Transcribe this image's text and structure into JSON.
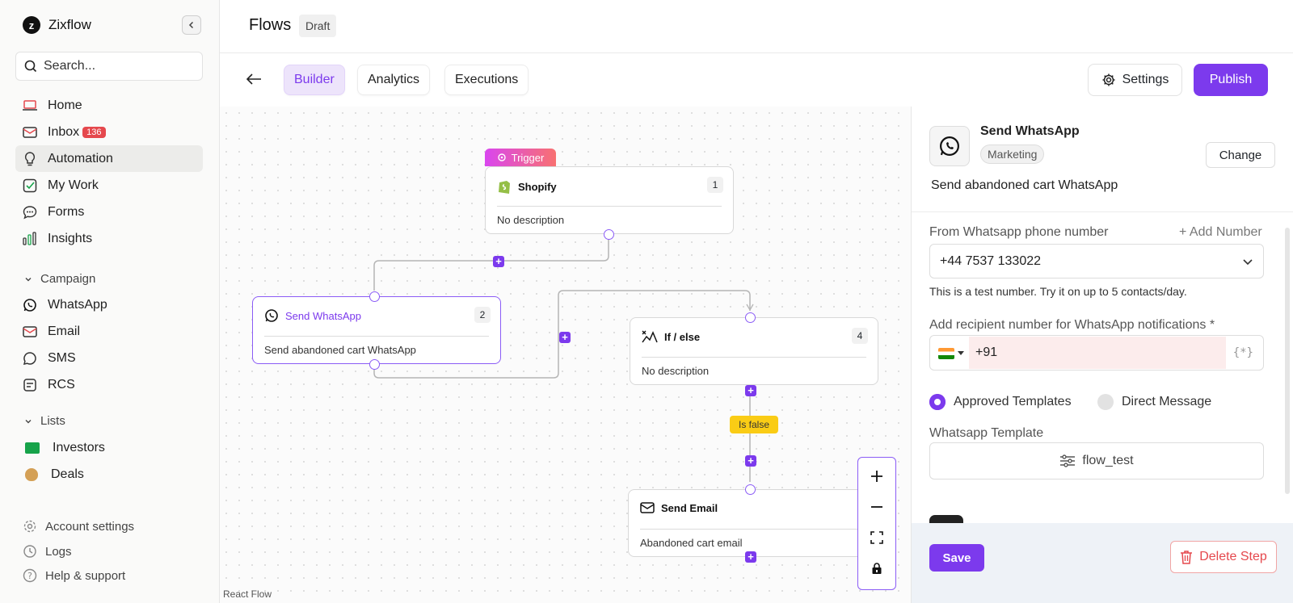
{
  "app": {
    "name": "Zixflow"
  },
  "search": {
    "placeholder": "Search..."
  },
  "nav": {
    "home": "Home",
    "inbox": "Inbox",
    "inbox_count": "136",
    "automation": "Automation",
    "my_work": "My Work",
    "forms": "Forms",
    "insights": "Insights"
  },
  "campaign": {
    "heading": "Campaign",
    "items": [
      "WhatsApp",
      "Email",
      "SMS",
      "RCS"
    ]
  },
  "lists": {
    "heading": "Lists",
    "items": [
      "Investors",
      "Deals"
    ]
  },
  "bottom_nav": [
    "Account settings",
    "Logs",
    "Help & support"
  ],
  "header": {
    "title": "Flows",
    "status": "Draft"
  },
  "tabs": [
    "Builder",
    "Analytics",
    "Executions"
  ],
  "toolbar": {
    "settings": "Settings",
    "publish": "Publish"
  },
  "canvas": {
    "trigger_label": "Trigger",
    "nodes": [
      {
        "title": "Shopify",
        "number": "1",
        "description": "No description"
      },
      {
        "title": "Send WhatsApp",
        "number": "2",
        "description": "Send abandoned cart WhatsApp"
      },
      {
        "title": "If / else",
        "number": "4",
        "description": "No description"
      },
      {
        "title": "Send Email",
        "number": "",
        "description": "Abandoned cart email"
      }
    ],
    "false_label": "Is false",
    "attribution": "React Flow"
  },
  "panel": {
    "title": "Send WhatsApp",
    "tag": "Marketing",
    "change": "Change",
    "subtitle": "Send abandoned cart WhatsApp",
    "from_label": "From Whatsapp phone number",
    "add_number": "+ Add Number",
    "from_value": "+44 7537 133022",
    "hint": "This is a test number. Try it on up to 5 contacts/day.",
    "recipient_label": "Add recipient number for WhatsApp notifications *",
    "recipient_value": "+91",
    "var_button": "{*}",
    "radio_approved": "Approved Templates",
    "radio_direct": "Direct Message",
    "template_label": "Whatsapp Template",
    "template_value": "flow_test",
    "save": "Save",
    "delete": "Delete Step"
  },
  "colors": {
    "accent": "#7c3aed",
    "danger": "#e5484d",
    "warning": "#facc15"
  }
}
